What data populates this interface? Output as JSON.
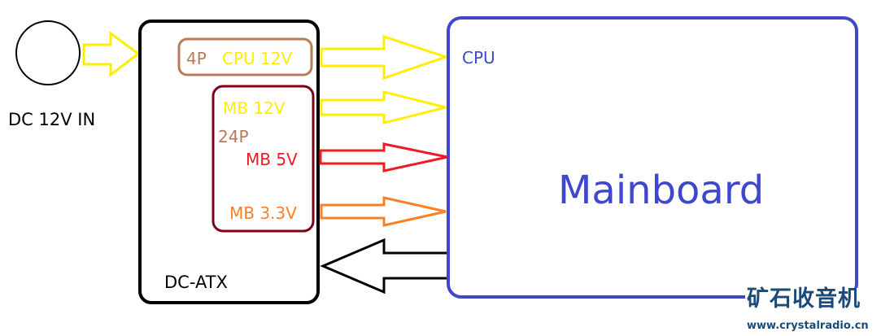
{
  "diagram": {
    "title": "DC-ATX power supply to mainboard wiring",
    "input": {
      "label": "DC 12V IN",
      "color": "#ffee00"
    },
    "psu": {
      "label": "DC-ATX",
      "border_color": "#000000"
    },
    "connectors": {
      "cpu_4p": {
        "pin_label": "4P",
        "rail_label": "CPU 12V",
        "border_color": "#b97a57",
        "rail_color": "#ffee00"
      },
      "mb_24p": {
        "pin_label": "24P",
        "border_color": "#7f0018",
        "rails": [
          {
            "label": "MB 12V",
            "color": "#ffee00"
          },
          {
            "label": "MB 5V",
            "color": "#ed1c24"
          },
          {
            "label": "MB 3.3V",
            "color": "#ff7f27"
          }
        ]
      }
    },
    "mainboard": {
      "label": "Mainboard",
      "cpu_label": "CPU",
      "color": "#3f48cc"
    },
    "return_arrow": {
      "color": "#000000",
      "direction": "mainboard-to-psu"
    }
  },
  "watermark": {
    "name": "矿石收音机",
    "url": "www.crystalradio.cn",
    "color": "#1a4a7a"
  }
}
